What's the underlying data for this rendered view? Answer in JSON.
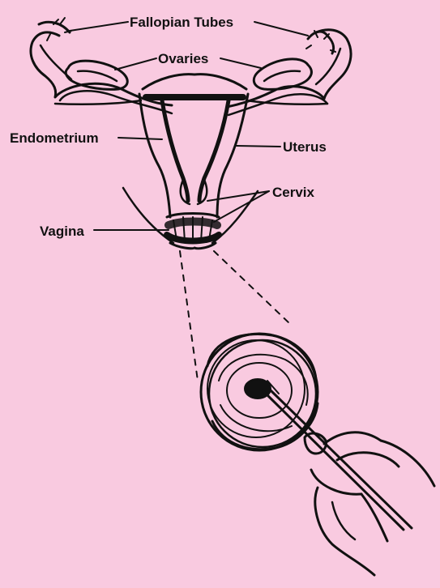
{
  "colors": {
    "background": "#f9cae0",
    "ink": "#111111"
  },
  "labels": {
    "fallopian_tubes": "Fallopian Tubes",
    "ovaries": "Ovaries",
    "endometrium": "Endometrium",
    "uterus": "Uterus",
    "cervix": "Cervix",
    "vagina": "Vagina"
  },
  "icons": {
    "hand": "hand-holding-swab-icon",
    "speculum_view": "magnified-cervix-icon"
  }
}
